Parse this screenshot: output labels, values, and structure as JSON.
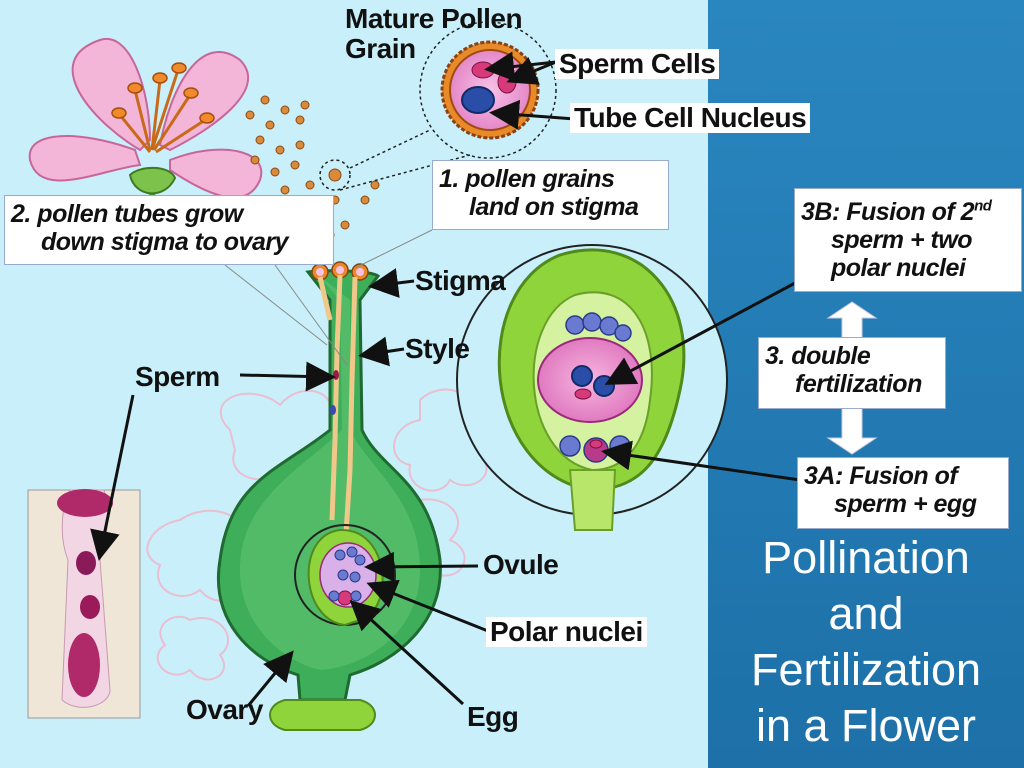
{
  "title": {
    "line1": "Pollination",
    "line2": "and",
    "line3": "Fertilization",
    "line4": "in a Flower"
  },
  "labels": {
    "mature_pollen_line1": "Mature Pollen",
    "mature_pollen_line2": "Grain",
    "sperm_cells": "Sperm Cells",
    "tube_cell_nucleus": "Tube Cell Nucleus",
    "stigma": "Stigma",
    "style": "Style",
    "sperm": "Sperm",
    "ovule": "Ovule",
    "polar_nuclei": "Polar nuclei",
    "egg": "Egg",
    "ovary": "Ovary"
  },
  "steps": {
    "step1_line1": "1. pollen grains",
    "step1_line2": "land on stigma",
    "step2_line1": "2. pollen tubes grow",
    "step2_line2": "down stigma to ovary",
    "step3_line1": "3. double",
    "step3_line2": "fertilization",
    "step3a_line1": "3A: Fusion of",
    "step3a_line2": "sperm + egg",
    "step3b_line1_prefix": "3B: Fusion of 2",
    "step3b_line1_sup": "nd",
    "step3b_line2": "sperm + two",
    "step3b_line3": "polar nuclei"
  },
  "colors": {
    "panel_left": "#c9f0fa",
    "panel_right": "#1f7bb3",
    "pistil_green": "#3fae5a",
    "petal_pink": "#f4b6d8",
    "cell_magenta": "#d9439a",
    "nucleus_blue": "#3a5bb5"
  }
}
